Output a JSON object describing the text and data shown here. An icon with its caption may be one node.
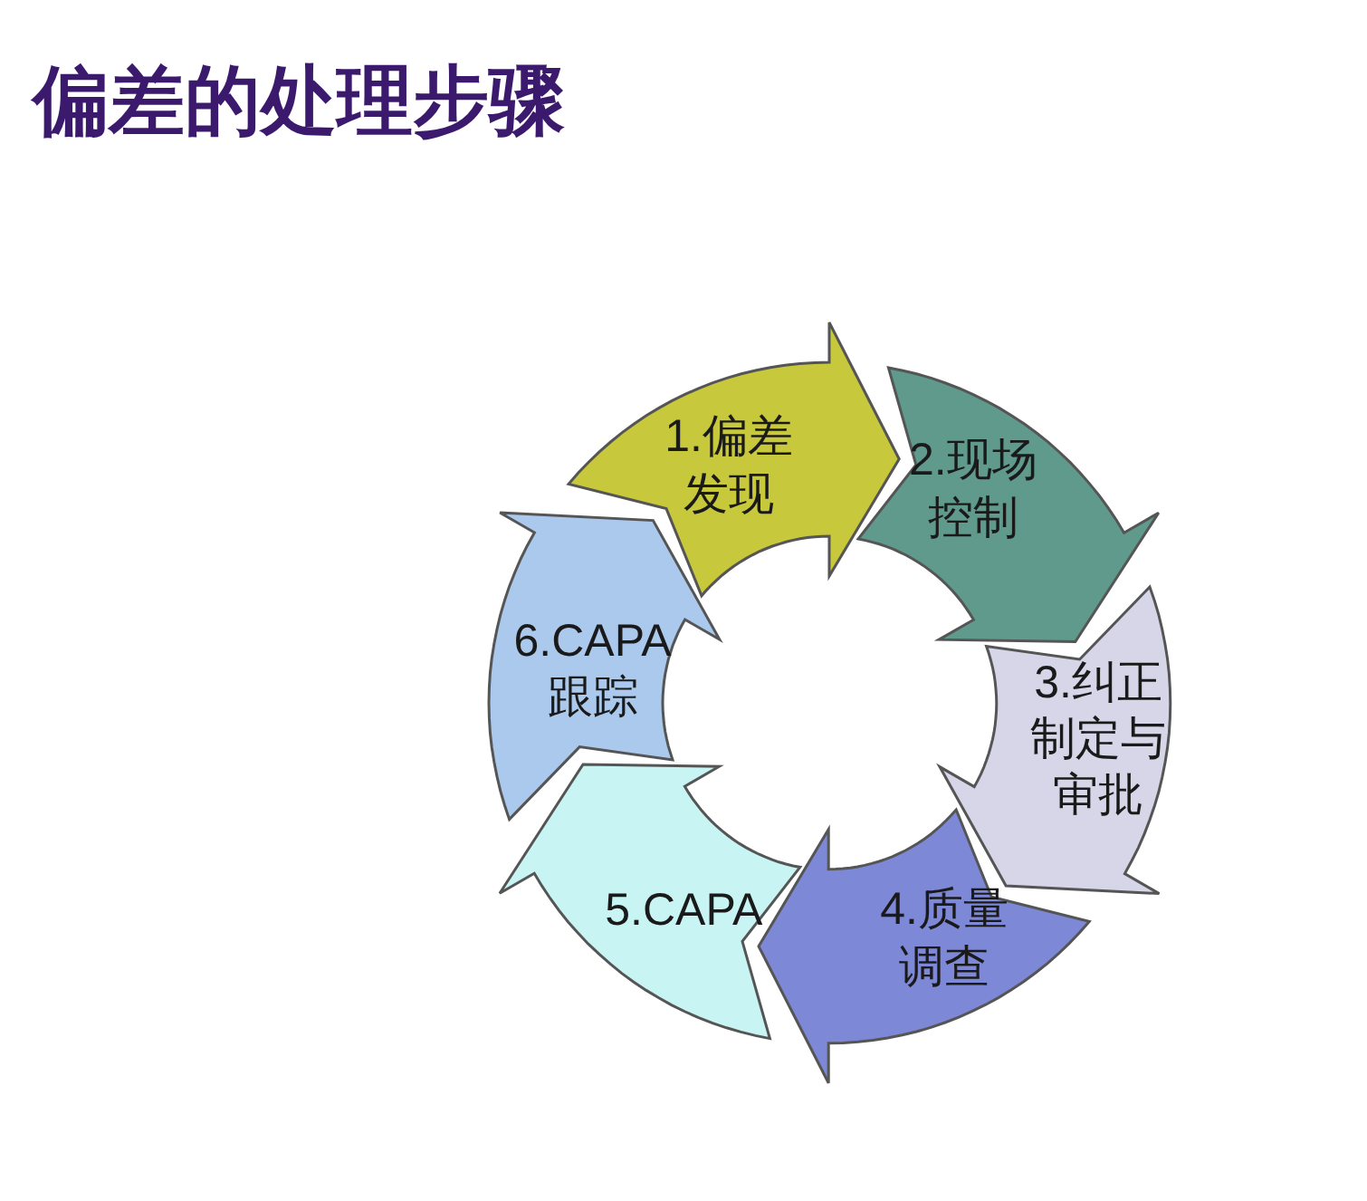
{
  "diagram": {
    "title": "偏差的处理步骤",
    "nodes": [
      {
        "text": [
          "1.偏差发现"
        ]
      },
      {
        "text": [
          "2.现场控制"
        ]
      },
      {
        "text": [
          "3.纠正制定与审批"
        ]
      },
      {
        "text": [
          "4.质量调查"
        ]
      },
      {
        "text": [
          "5.CAPA"
        ]
      },
      {
        "text": [
          "6.CAPA跟踪"
        ]
      }
    ]
  }
}
